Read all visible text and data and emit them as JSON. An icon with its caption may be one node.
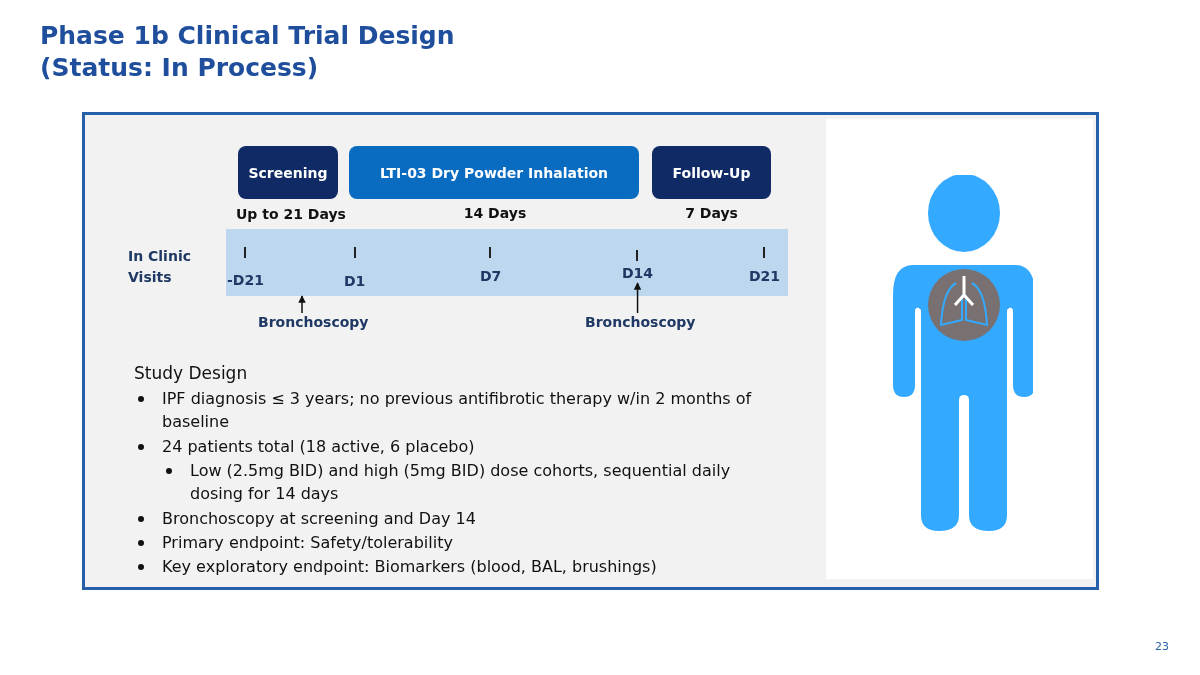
{
  "diagram": {
    "title": "Phase 1b Clinical Trial Design (Status: In Process)",
    "nodes": [
      {
        "text": [
          "Screening"
        ],
        "beside": [
          "Up to 21 Days"
        ]
      },
      {
        "text": [
          "LTI-03 Dry Powder Inhalation"
        ],
        "beside": [
          "14 Days"
        ]
      },
      {
        "text": [
          "Follow-Up"
        ],
        "beside": [
          "7 Days"
        ]
      },
      {
        "text": [
          "D14"
        ]
      },
      {
        "text": [
          "Bronchoscopy"
        ]
      },
      {
        "text": [
          "Bronchoscopy"
        ]
      }
    ],
    "edges": [
      {
        "from": 4,
        "to": null,
        "arrow": "to"
      },
      {
        "from": 5,
        "to": 3,
        "arrow": "to"
      }
    ],
    "labels": [
      "In Clinic Visits",
      "-D21",
      "D1",
      "D7",
      "D21",
      "Study Design",
      "IPF diagnosis ≤ 3 years; no previous antifibrotic therapy w/in 2 months of baseline",
      "24 patients total (18 active, 6 placebo)",
      "Low (2.5mg BID) and high (5mg BID) dose cohorts, sequential daily dosing for 14 days",
      "Bronchoscopy at screening and Day 14",
      "Primary endpoint: Safety/tolerability",
      "Key exploratory endpoint: Biomarkers (blood, BAL, brushings)",
      "23"
    ]
  }
}
